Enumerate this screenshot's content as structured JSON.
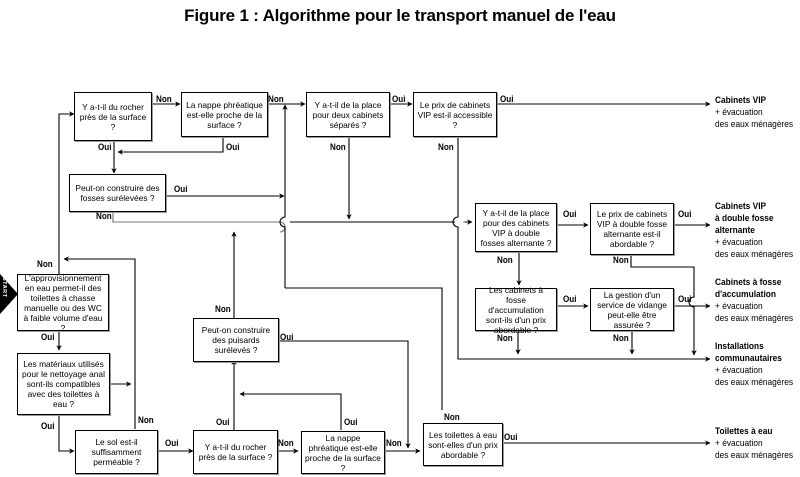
{
  "title": "Figure 1 : Algorithme pour le transport manuel de l'eau",
  "start_label": "START",
  "labels": {
    "yes": "Oui",
    "no": "Non"
  },
  "boxes": {
    "rocher_top": "Y a-t-il du rocher près de la surface ?",
    "nappe_top": "La nappe phréatique est-elle proche de la surface ?",
    "place_deux": "Y a-t-il de la place pour deux cabinets séparés ?",
    "prix_vip": "Le prix de cabinets VIP est-il accessible ?",
    "fosses_surelevees": "Peut-on construire des fosses surélevées ?",
    "place_double": "Y a-t-il de la place pour des cabinets VIP à double fosses alternante ?",
    "prix_double": "Le prix de cabinets VIP à double fosse alternante est-il abordable ?",
    "fosse_accumulation": "Les cabinets à fosse d'accumulation sont-ils d'un prix abordable ?",
    "vidange": "La gestion d'un service de vidange peut-elle être assurée ?",
    "approvisionnement": "L'approvisionnement en eau permet-il des toilettes à chasse manuelle ou des WC à faible volume d'eau ?",
    "materiaux": "Les matériaux utilisés pour le nettoyage anal sont-ils compatibles avec des toilettes à eau ?",
    "puisards": "Peut-on construire des puisards surélevés ?",
    "sol": "Le sol est-il suffisamment perméable ?",
    "rocher_bottom": "Y a-t-il du rocher près de la surface ?",
    "nappe_bottom": "La nappe phréatique est-elle proche de la surface ?",
    "toilettes_eau": "Les toilettes à eau sont-elles d'un prix abordable ?"
  },
  "outcomes": [
    {
      "lines": [
        "Cabinets VIP",
        "+ évacuation",
        "des eaux ménagères"
      ]
    },
    {
      "lines": [
        "Cabinets VIP",
        "à double fosse",
        "alternante",
        "+ évacuation",
        "des eaux ménagères"
      ]
    },
    {
      "lines": [
        "Cabinets à fosse",
        "d'accumulation",
        "+ évacuation",
        "des eaux ménagères"
      ]
    },
    {
      "lines": [
        "Installations",
        "communautaires",
        "+ évacuation",
        "des eaux ménagères"
      ]
    },
    {
      "lines": [
        "Toilettes à eau",
        "+ évacuation",
        "des eaux ménagères"
      ]
    }
  ]
}
